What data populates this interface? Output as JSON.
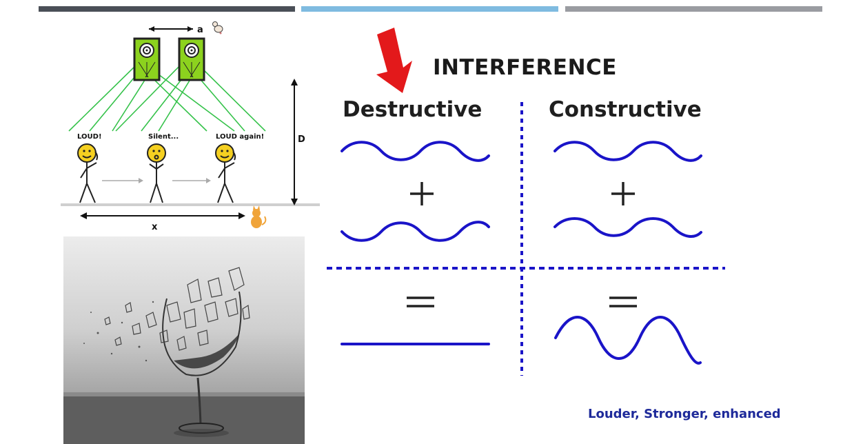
{
  "top_bars": {
    "colors": [
      "#4a4f57",
      "#7fbbe0",
      "#9a9ca1"
    ]
  },
  "speaker_diagram": {
    "spacing_label": "a",
    "distance_label": "D",
    "position_label": "x",
    "people": [
      {
        "caption": "LOUD!"
      },
      {
        "caption": "Silent..."
      },
      {
        "caption": "LOUD again!"
      }
    ],
    "speaker_color": "#8cd21e",
    "beam_color": "#35c24a"
  },
  "photo": {
    "icon": "shattering-wine-glass-photo"
  },
  "interference": {
    "title": "INTERFERENCE",
    "destructive_heading": "Destructive",
    "constructive_heading": "Constructive",
    "plus_symbol": "+",
    "equals_symbol": "=",
    "caption": "Louder, Stronger, enhanced",
    "wave_color": "#1a14c8",
    "arrow_color": "#e3191b"
  }
}
